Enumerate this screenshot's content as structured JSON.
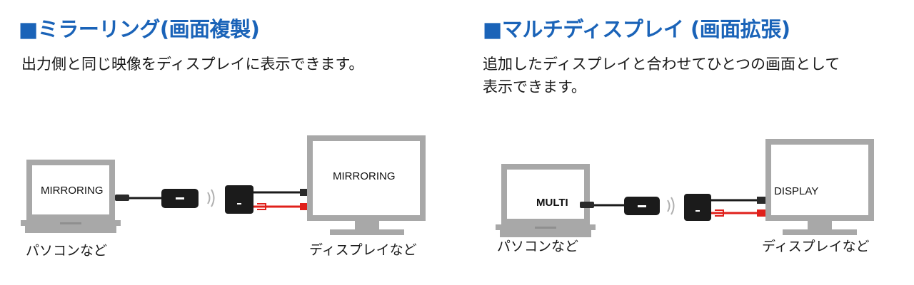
{
  "sections": {
    "mirroring": {
      "title": "■ミラーリング(画面複製)",
      "description": "出力側と同じ映像をディスプレイに表示できます。",
      "laptop_screen_text": "MIRRORING",
      "monitor_screen_text": "MIRRORING",
      "laptop_caption": "パソコンなど",
      "monitor_caption": "ディスプレイなど"
    },
    "multi_display": {
      "title": "■マルチディスプレイ (画面拡張)",
      "description_lines": [
        "追加したディスプレイと合わせてひとつの画面として",
        "表示できます。"
      ],
      "laptop_screen_text": "MULTI",
      "monitor_screen_text": "DISPLAY",
      "laptop_caption": "パソコンなど",
      "monitor_caption": "ディスプレイなど"
    }
  },
  "colors": {
    "title_blue": "#1a63b8",
    "device_gray": "#a8a8a8",
    "dongle_black": "#1b1b1b",
    "cable_red": "#e0201b"
  },
  "icons": {
    "wireless": "wireless-signal-icon",
    "laptop": "laptop-icon",
    "monitor": "monitor-icon"
  }
}
